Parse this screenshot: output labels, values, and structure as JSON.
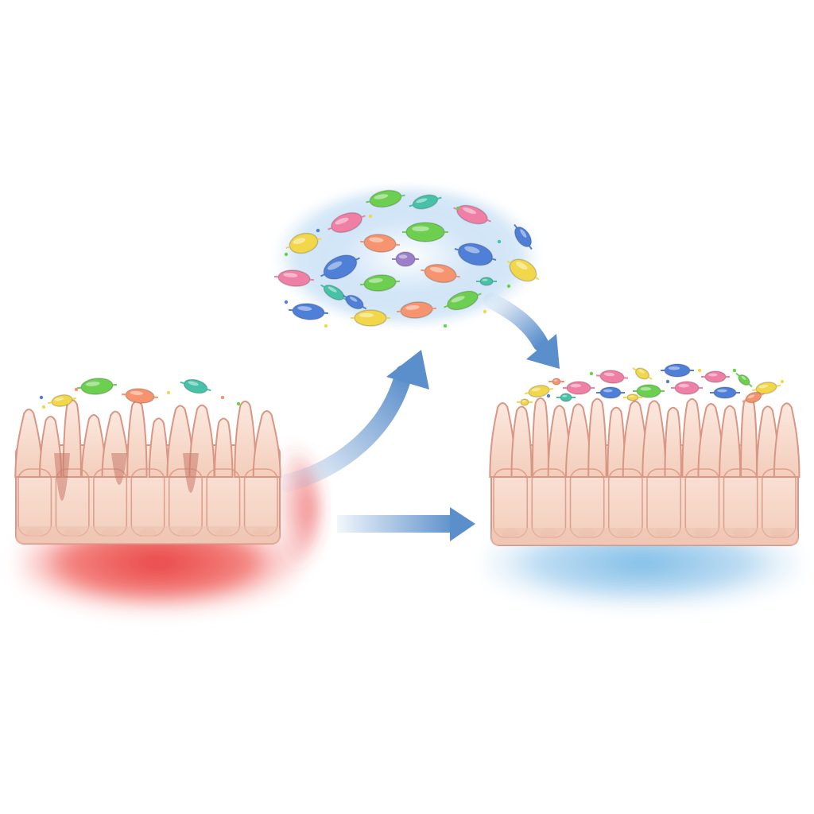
{
  "palette": {
    "background": "#ffffff",
    "epithelium_fill": "#f8dccd",
    "epithelium_edge": "#d99684",
    "epithelium_shade": "#ecc1ae",
    "inflamed_tissue": "#e8383a",
    "healthy_tissue": "#6eb4e4",
    "arrow": "#5b8fcb",
    "cloud": "#a9cff0",
    "microbe_colors": [
      "#6ccf4f",
      "#f07fa5",
      "#4f7fd6",
      "#f2d74a",
      "#47c2a8",
      "#f5946e"
    ]
  },
  "panels": [
    {
      "name": "inflamed-epithelium",
      "state": "inflamed",
      "tissue_color": "#e8383a",
      "microbe_count": 4,
      "microbe_density": "sparse"
    },
    {
      "name": "microbial-community",
      "state": "transferred-microbiota",
      "microbe_count": 22,
      "microbe_density": "dense"
    },
    {
      "name": "restored-epithelium",
      "state": "healthy",
      "tissue_color": "#6eb4e4",
      "microbe_count": 17,
      "microbe_density": "dense"
    }
  ],
  "arrows": [
    {
      "name": "arrow-inflamed-to-community",
      "from": "inflamed-epithelium",
      "to": "microbial-community",
      "shape": "curved"
    },
    {
      "name": "arrow-community-to-restored",
      "from": "microbial-community",
      "to": "restored-epithelium",
      "shape": "curved"
    },
    {
      "name": "arrow-inflamed-to-restored",
      "from": "inflamed-epithelium",
      "to": "restored-epithelium",
      "shape": "straight"
    }
  ]
}
